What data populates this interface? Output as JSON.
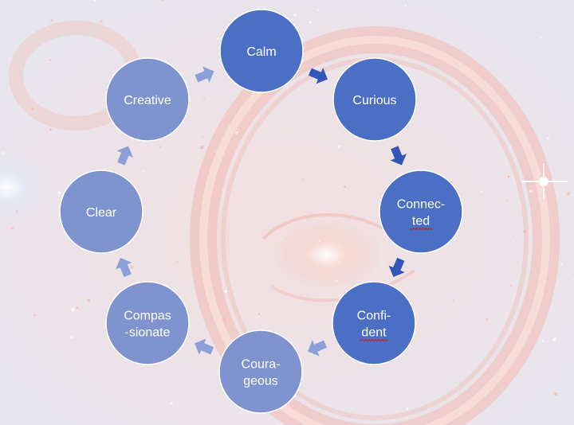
{
  "diagram": {
    "type": "cycle",
    "nodes": [
      {
        "id": "calm",
        "lines": [
          "Calm"
        ],
        "style": "strong"
      },
      {
        "id": "curious",
        "lines": [
          "Curious"
        ],
        "style": "strong"
      },
      {
        "id": "connected",
        "lines": [
          "Connec-",
          "ted"
        ],
        "style": "strong",
        "spellcheck_line": 1
      },
      {
        "id": "confident",
        "lines": [
          "Confi-",
          "dent"
        ],
        "style": "strong",
        "spellcheck_line": 1
      },
      {
        "id": "courageous",
        "lines": [
          "Coura-",
          "geous"
        ],
        "style": "light"
      },
      {
        "id": "compassionate",
        "lines": [
          "Compas",
          "-sionate"
        ],
        "style": "light"
      },
      {
        "id": "clear",
        "lines": [
          "Clear"
        ],
        "style": "light"
      },
      {
        "id": "creative",
        "lines": [
          "Creative"
        ],
        "style": "light"
      }
    ],
    "arrows": [
      {
        "from": "calm",
        "to": "curious",
        "style": "strong"
      },
      {
        "from": "curious",
        "to": "connected",
        "style": "strong"
      },
      {
        "from": "connected",
        "to": "confident",
        "style": "strong"
      },
      {
        "from": "confident",
        "to": "courageous",
        "style": "light"
      },
      {
        "from": "courageous",
        "to": "compassionate",
        "style": "light"
      },
      {
        "from": "compassionate",
        "to": "clear",
        "style": "light"
      },
      {
        "from": "clear",
        "to": "creative",
        "style": "light"
      },
      {
        "from": "creative",
        "to": "calm",
        "style": "light"
      }
    ]
  },
  "colors": {
    "node_strong": "#4a6fc4",
    "node_light": "#7f94cf",
    "node_border": "#ffffff",
    "arrow_strong": "#3357b8",
    "arrow_light": "#8ba0d9",
    "background_wash": "#ecebf1",
    "galaxy_glow": "#f6c8c2"
  }
}
